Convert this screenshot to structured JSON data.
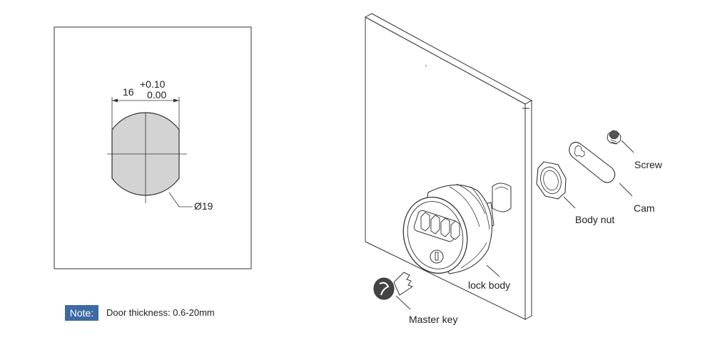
{
  "cutout_drawing": {
    "width_value": "16",
    "tolerance_upper": "+0.10",
    "tolerance_lower": "0.00",
    "diameter_label": "Ø19"
  },
  "note": {
    "badge": "Note:",
    "text": "Door thickness: 0.6-20mm"
  },
  "exploded_view": {
    "labels": {
      "screw": "Screw",
      "cam": "Cam",
      "body_nut": "Body nut",
      "lock_body": "lock body",
      "master_key": "Master key"
    }
  },
  "colors": {
    "note_badge": "#3d6aa3",
    "cutout_fill": "#d3d3d3",
    "line": "#222222"
  }
}
